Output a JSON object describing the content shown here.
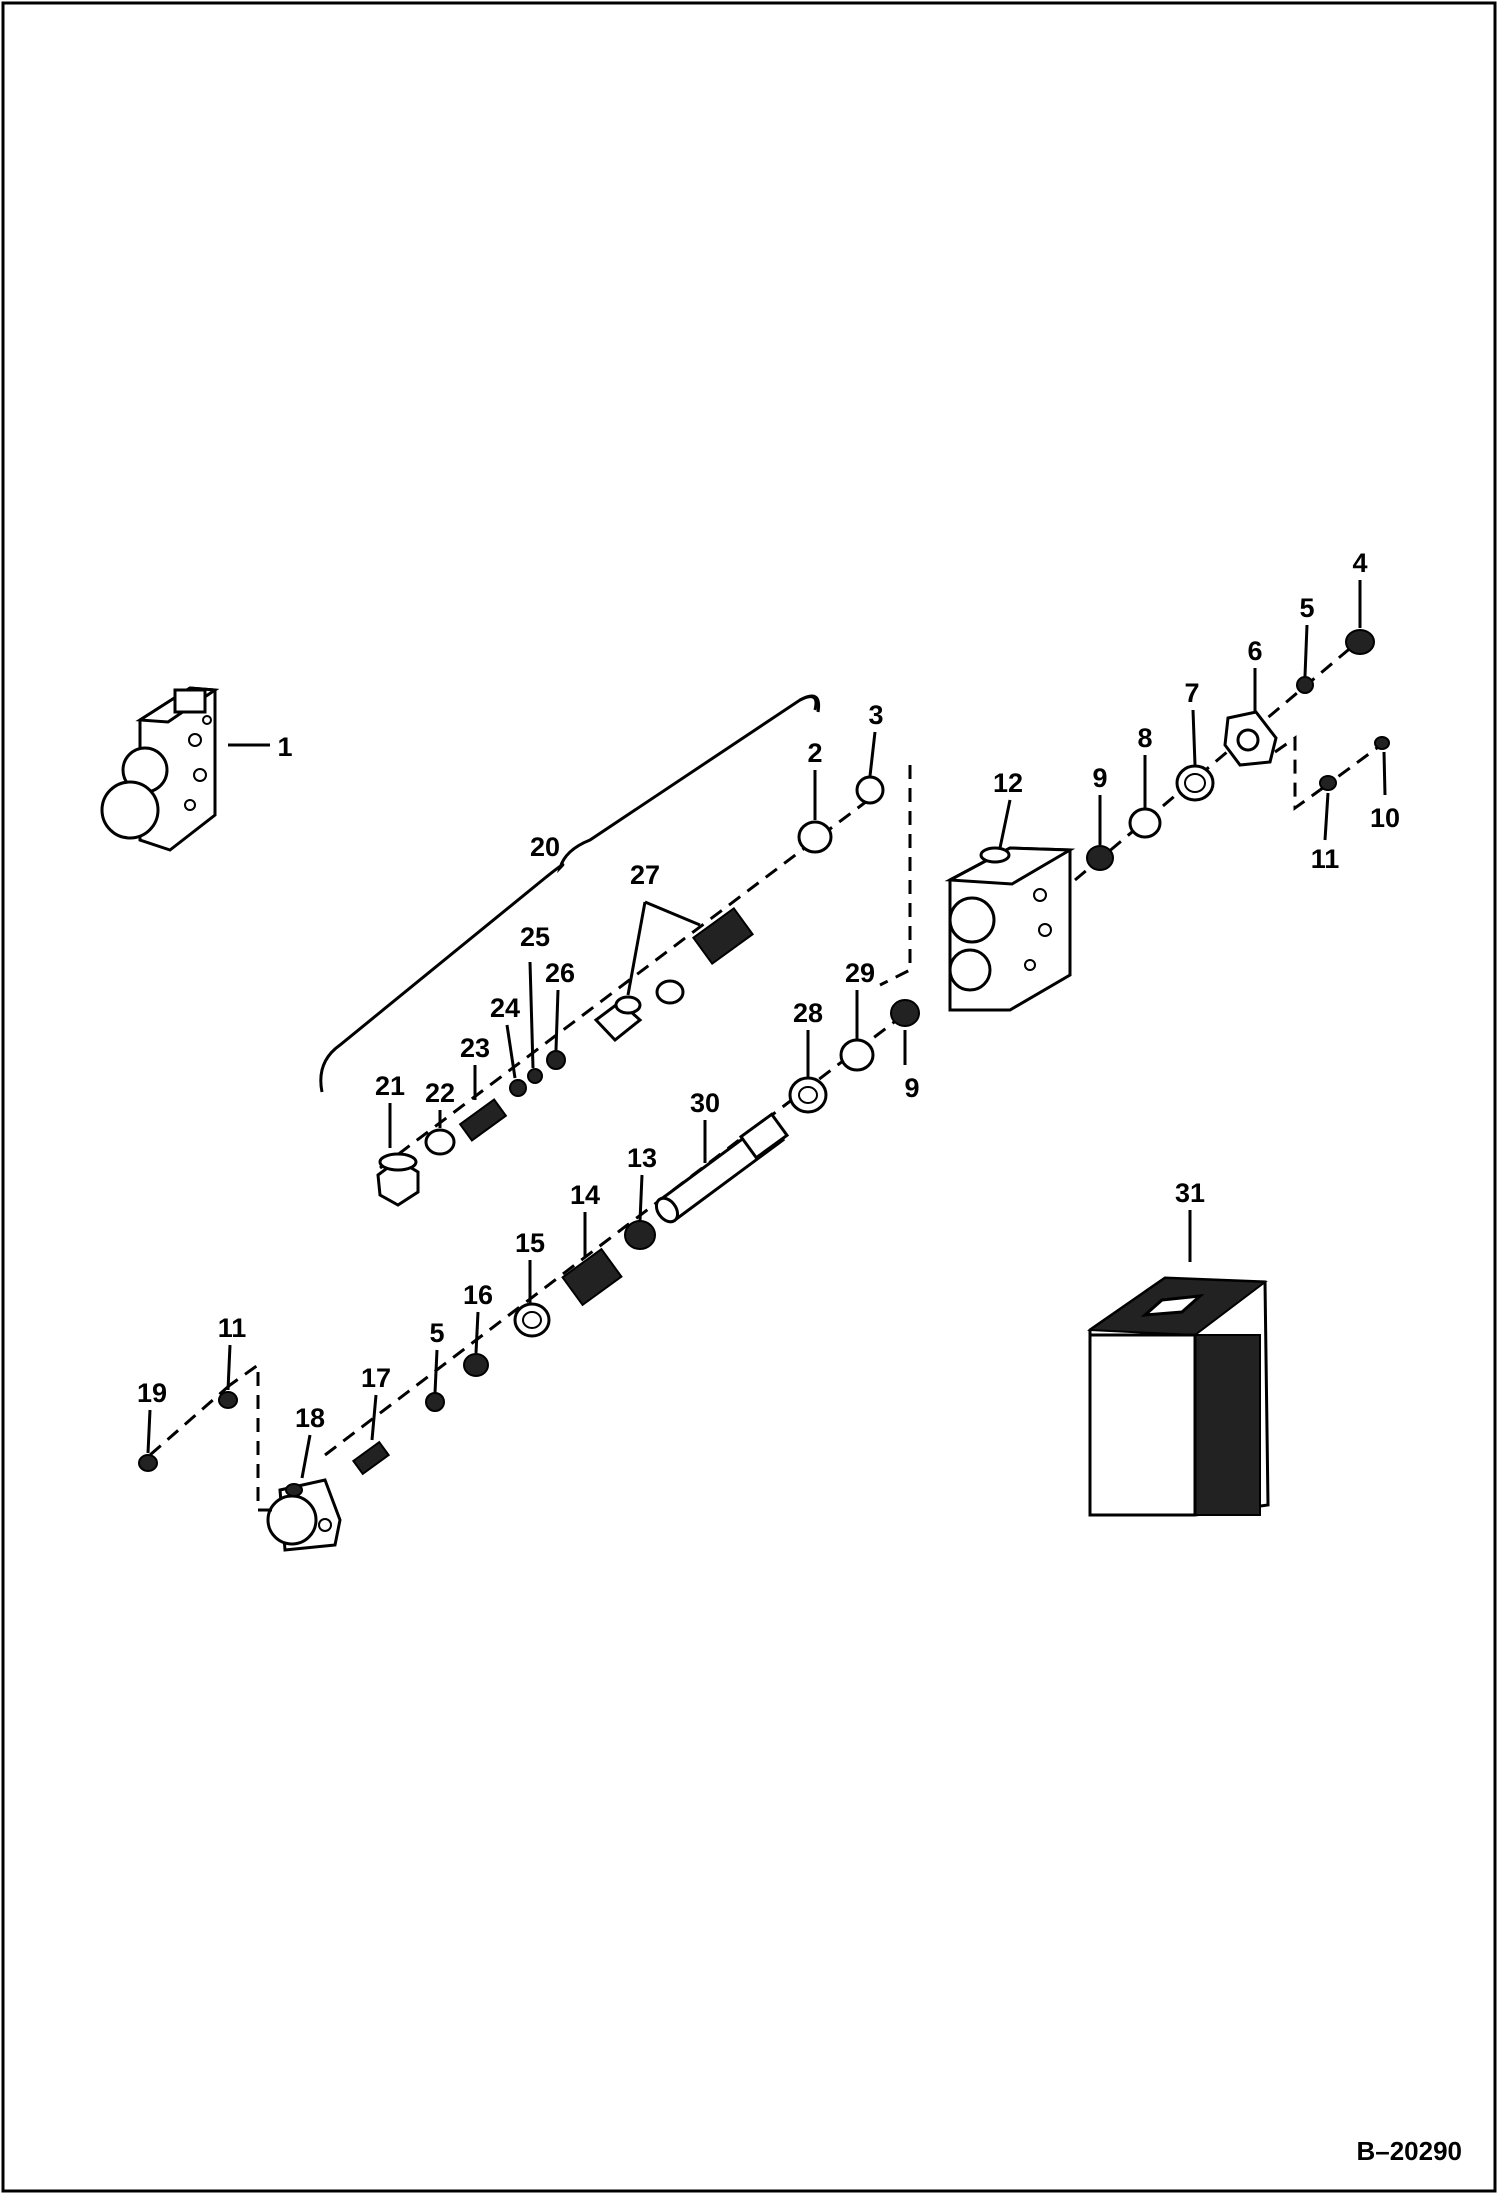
{
  "diagram": {
    "drawing_code": "B–20290",
    "callouts": {
      "c1": "1",
      "c2": "2",
      "c3": "3",
      "c4": "4",
      "c5a": "5",
      "c5b": "5",
      "c6": "6",
      "c7": "7",
      "c8": "8",
      "c9a": "9",
      "c9b": "9",
      "c10": "10",
      "c11a": "11",
      "c11b": "11",
      "c12": "12",
      "c13": "13",
      "c14": "14",
      "c15": "15",
      "c16": "16",
      "c17": "17",
      "c18": "18",
      "c19": "19",
      "c20": "20",
      "c21": "21",
      "c22": "22",
      "c23": "23",
      "c24": "24",
      "c25": "25",
      "c26": "26",
      "c27": "27",
      "c28": "28",
      "c29": "29",
      "c30": "30",
      "c31": "31"
    }
  }
}
